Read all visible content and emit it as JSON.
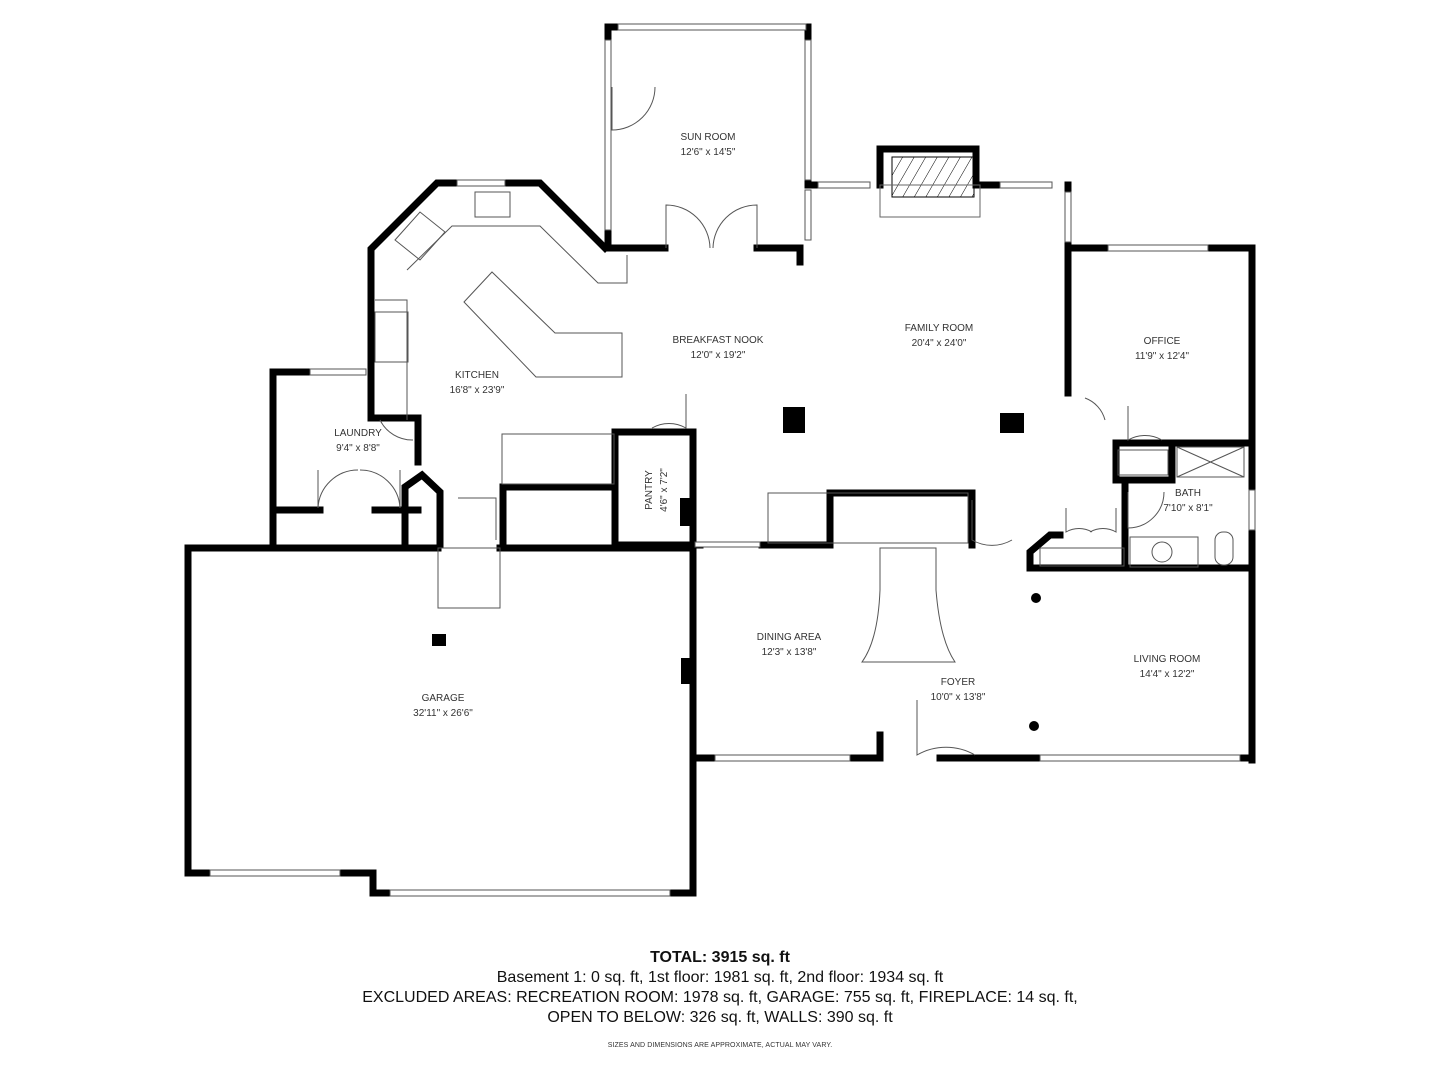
{
  "rooms": {
    "sun_room": {
      "name": "SUN ROOM",
      "dim": "12'6\" x 14'5\""
    },
    "breakfast_nook": {
      "name": "BREAKFAST NOOK",
      "dim": "12'0\" x 19'2\""
    },
    "family_room": {
      "name": "FAMILY ROOM",
      "dim": "20'4\" x 24'0\""
    },
    "office": {
      "name": "OFFICE",
      "dim": "11'9\" x 12'4\""
    },
    "kitchen": {
      "name": "KITCHEN",
      "dim": "16'8\" x 23'9\""
    },
    "laundry": {
      "name": "LAUNDRY",
      "dim": "9'4\" x 8'8\""
    },
    "pantry": {
      "name": "PANTRY",
      "dim": "4'6\" x 7'2\""
    },
    "bath": {
      "name": "BATH",
      "dim": "7'10\" x 8'1\""
    },
    "dining_area": {
      "name": "DINING AREA",
      "dim": "12'3\" x 13'8\""
    },
    "foyer": {
      "name": "FOYER",
      "dim": "10'0\" x 13'8\""
    },
    "living_room": {
      "name": "LIVING ROOM",
      "dim": "14'4\" x 12'2\""
    },
    "garage": {
      "name": "GARAGE",
      "dim": "32'11\" x 26'6\""
    }
  },
  "summary": {
    "total": "TOTAL: 3915 sq. ft",
    "floors": "Basement 1: 0 sq. ft, 1st floor: 1981 sq. ft, 2nd floor: 1934 sq. ft",
    "excluded_1": "EXCLUDED AREAS: RECREATION ROOM: 1978 sq. ft, GARAGE: 755 sq. ft, FIREPLACE: 14 sq. ft,",
    "excluded_2": "OPEN TO BELOW: 326 sq. ft, WALLS: 390 sq. ft",
    "disclaimer": "SIZES AND DIMENSIONS ARE APPROXIMATE, ACTUAL MAY VARY."
  },
  "colors": {
    "wall": "#000000",
    "line": "#555555",
    "background": "#ffffff"
  }
}
